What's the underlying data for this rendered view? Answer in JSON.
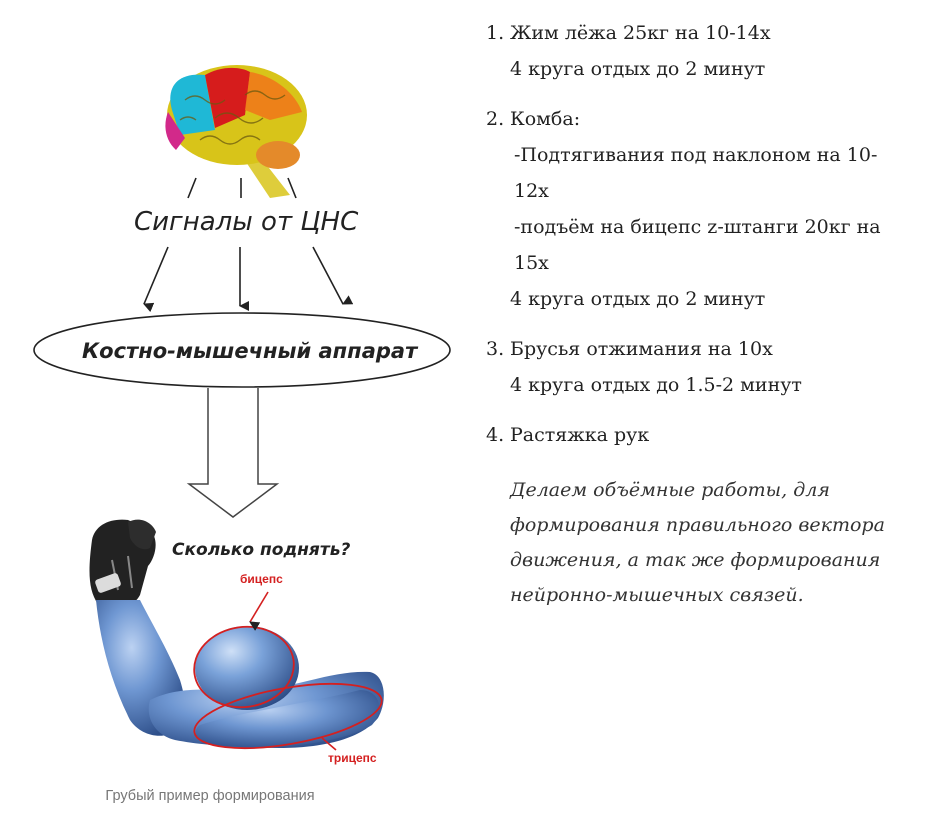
{
  "diagram": {
    "signals_label": "Сигналы от ЦНС",
    "apparatus_label": "Костно-мышечный аппарат",
    "question_label": "Сколько поднять?",
    "biceps_label": "бицепс",
    "triceps_label": "трицепс",
    "caption": "Грубый пример формирования"
  },
  "workout": {
    "items": [
      {
        "number": "1.",
        "lines": [
          "Жим лёжа 25кг на 10-14х",
          "4 круга отдых до 2 минут"
        ]
      },
      {
        "number": "2.",
        "lines": [
          "Комба:",
          "-Подтягивания под наклоном на 10-",
          "12х",
          "-подъём на бицепс z-штанги 20кг на",
          "15х",
          "4 круга отдых до 2 минут"
        ]
      },
      {
        "number": "3.",
        "lines": [
          "Брусья отжимания на 10х",
          "4 круга отдых до 1.5-2 минут"
        ]
      },
      {
        "number": "4.",
        "lines": [
          "Растяжка рук"
        ]
      }
    ],
    "note_lines": [
      "Делаем объёмные работы, для",
      "формирования правильного вектора",
      "движения, а так же формирования",
      "нейронно-мышечных связей."
    ]
  },
  "colors": {
    "text": "#222222",
    "caption": "#777777",
    "arm_blue": "#5b86c6",
    "annotation_red": "#d42020",
    "brain_cyan": "#1fb8d6",
    "brain_magenta": "#d2298a",
    "brain_red": "#d61c1c",
    "brain_orange": "#f07a1a",
    "brain_yellow": "#d8c419"
  },
  "icons": [
    "brain-illustration",
    "arm-illustration",
    "down-arrow-icon",
    "hollow-arrow-icon"
  ]
}
